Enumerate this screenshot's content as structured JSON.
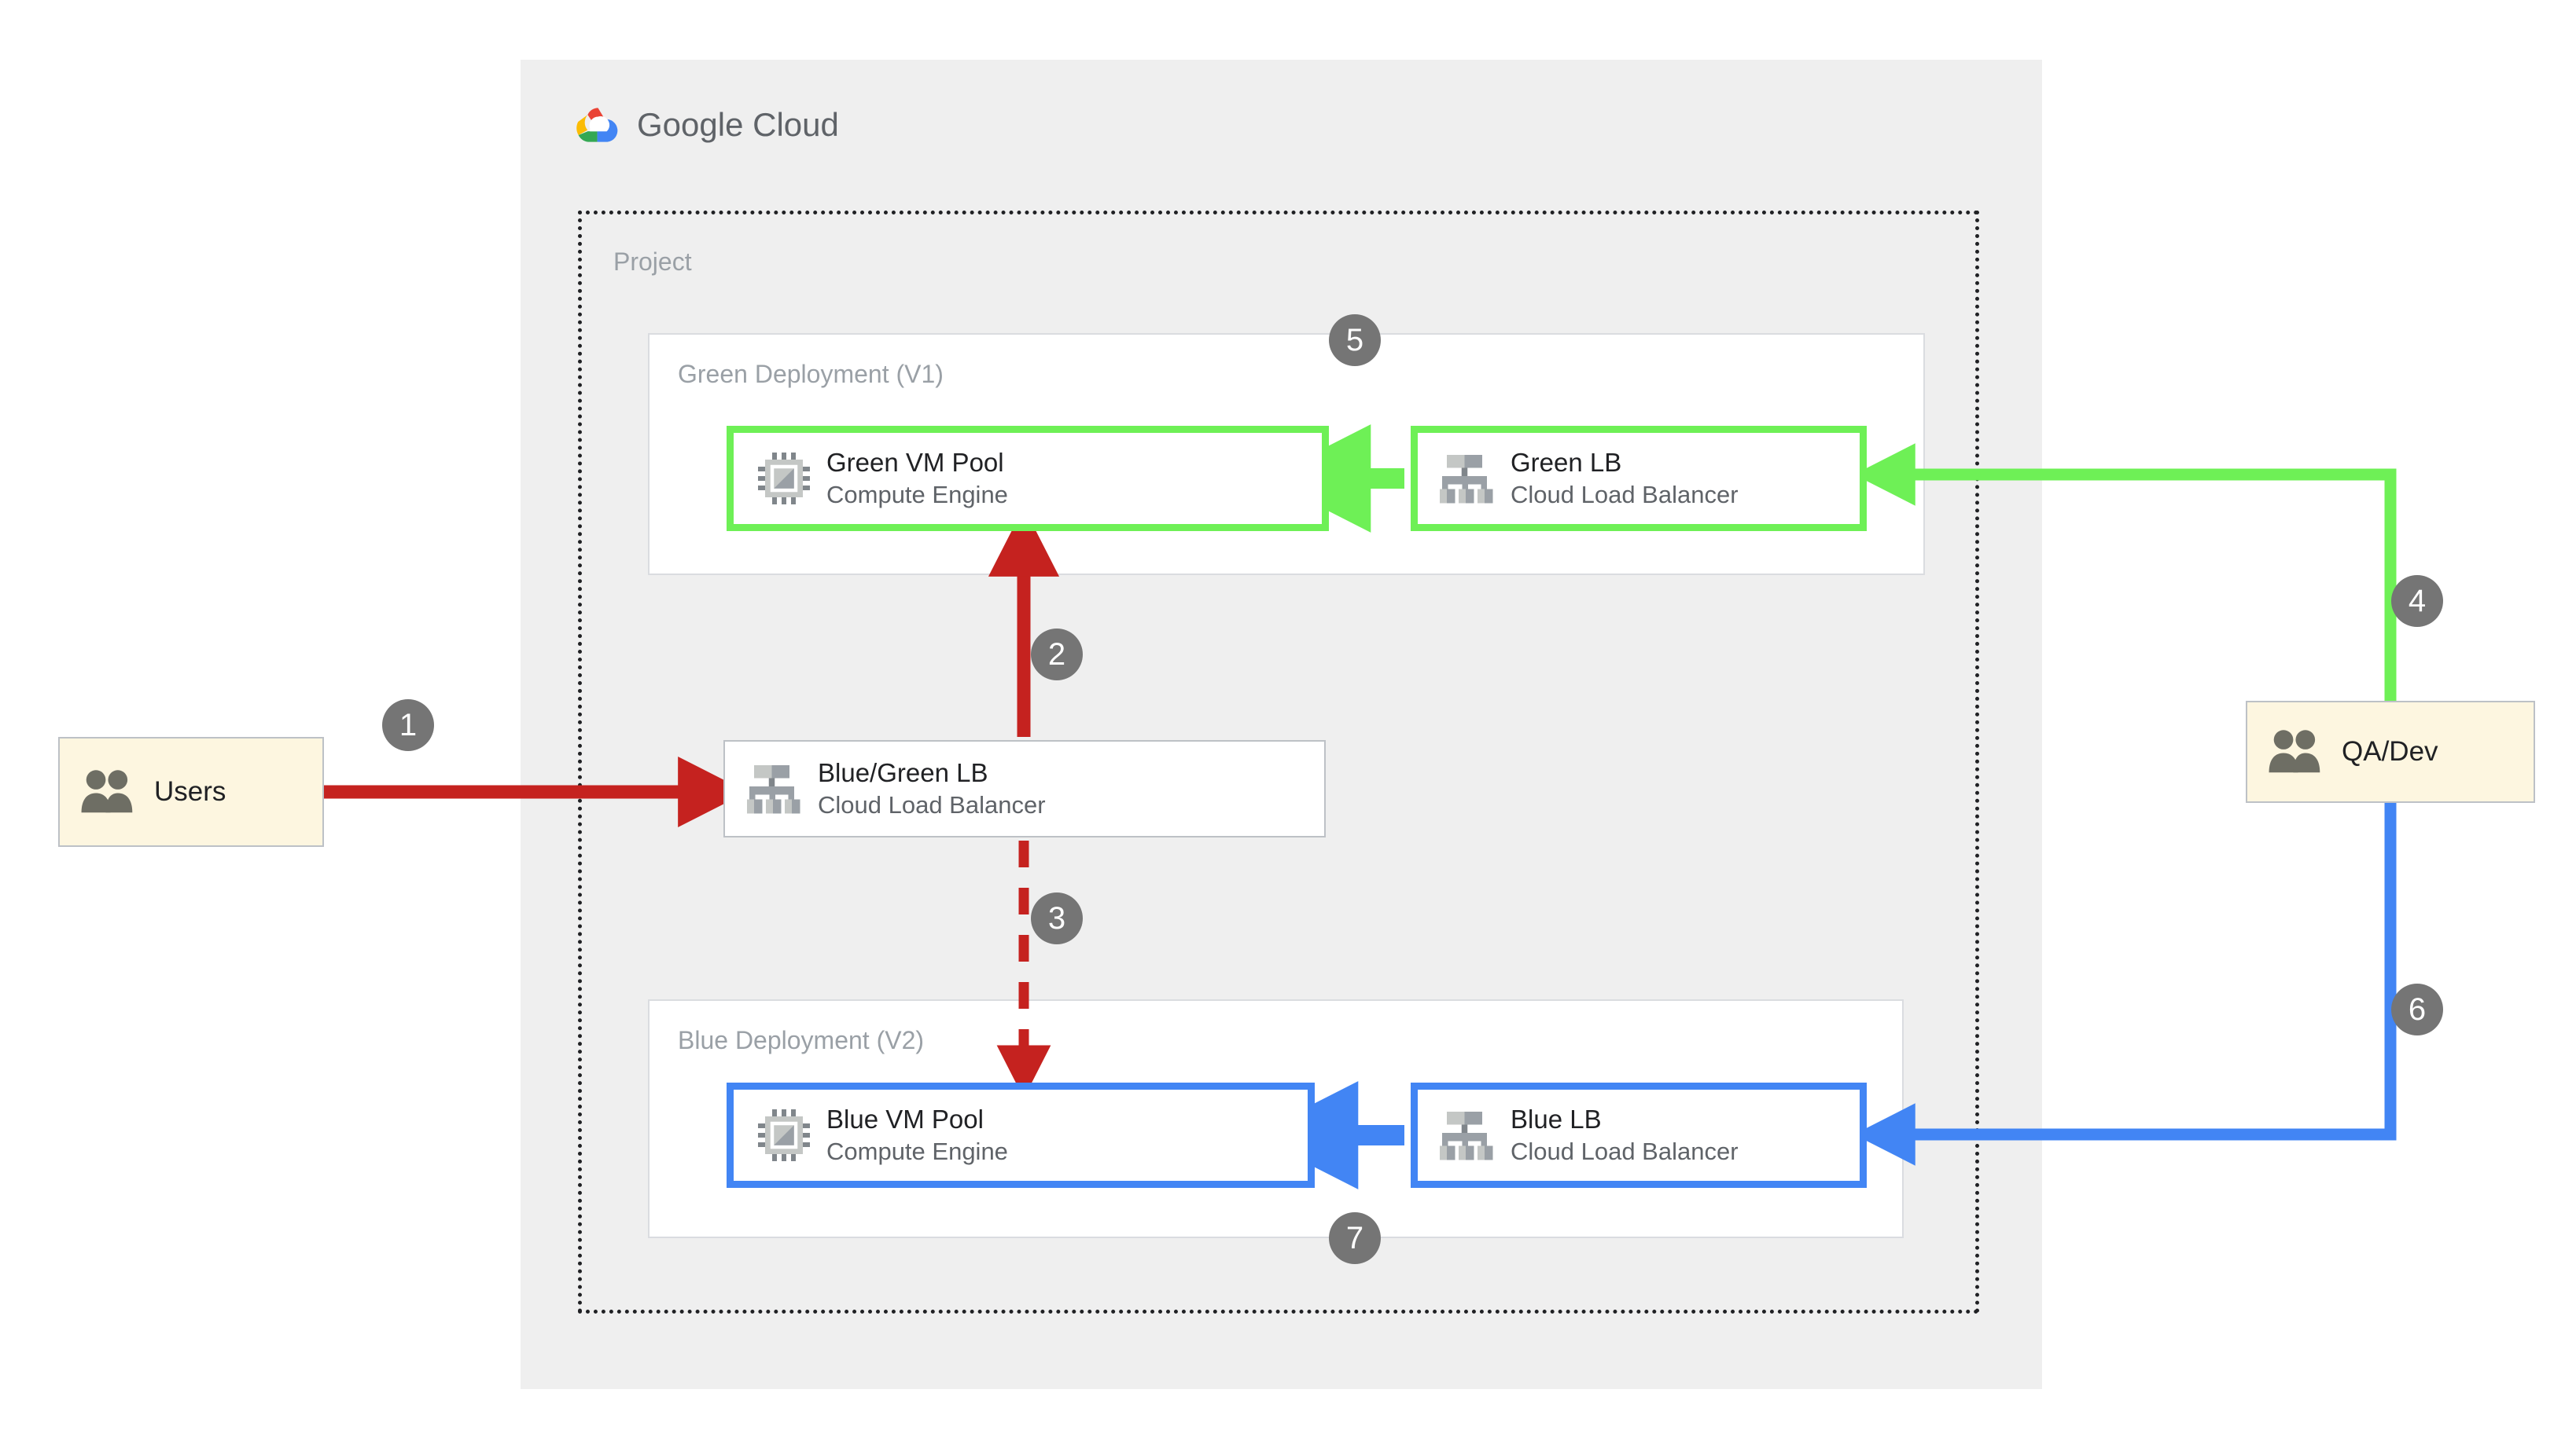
{
  "platform": {
    "logo_word_1": "Google",
    "logo_word_2": "Cloud",
    "logo_icon": "google-cloud-logo"
  },
  "project": {
    "label": "Project"
  },
  "deployments": [
    {
      "id": "green",
      "label": "Green Deployment (V1)",
      "accent": "#6EF056",
      "cards": [
        {
          "id": "green-vm-pool",
          "title": "Green VM Pool",
          "subtitle": "Compute Engine",
          "icon": "compute-engine-chip-icon"
        },
        {
          "id": "green-lb",
          "title": "Green LB",
          "subtitle": "Cloud Load Balancer",
          "icon": "cloud-load-balancer-icon"
        }
      ]
    },
    {
      "id": "blue",
      "label": "Blue Deployment (V2)",
      "accent": "#4285F4",
      "cards": [
        {
          "id": "blue-vm-pool",
          "title": "Blue VM Pool",
          "subtitle": "Compute Engine",
          "icon": "compute-engine-chip-icon"
        },
        {
          "id": "blue-lb",
          "title": "Blue LB",
          "subtitle": "Cloud Load Balancer",
          "icon": "cloud-load-balancer-icon"
        }
      ]
    }
  ],
  "router": {
    "id": "blue-green-lb",
    "title": "Blue/Green LB",
    "subtitle": "Cloud Load Balancer",
    "icon": "cloud-load-balancer-icon"
  },
  "actors": [
    {
      "id": "users",
      "label": "Users",
      "icon": "people-group-icon",
      "fill": "#FDF6E0"
    },
    {
      "id": "qa-dev",
      "label": "QA/Dev",
      "icon": "people-group-icon",
      "fill": "#FDF6E0"
    }
  ],
  "steps": [
    {
      "number": "1",
      "color": "#C5221F",
      "style": "solid",
      "from": "users",
      "to": "blue-green-lb"
    },
    {
      "number": "2",
      "color": "#C5221F",
      "style": "solid",
      "from": "blue-green-lb",
      "to": "green-vm-pool"
    },
    {
      "number": "3",
      "color": "#C5221F",
      "style": "dashed",
      "from": "blue-green-lb",
      "to": "blue-vm-pool"
    },
    {
      "number": "4",
      "color": "#6EF056",
      "style": "solid",
      "from": "qa-dev",
      "to": "green-lb"
    },
    {
      "number": "5",
      "color": "#6EF056",
      "style": "solid",
      "from": "green-lb",
      "to": "green-vm-pool"
    },
    {
      "number": "6",
      "color": "#4285F4",
      "style": "solid",
      "from": "qa-dev",
      "to": "blue-lb"
    },
    {
      "number": "7",
      "color": "#4285F4",
      "style": "solid",
      "from": "blue-lb",
      "to": "blue-vm-pool"
    }
  ],
  "colors": {
    "canvas": "#FFFFFF",
    "platform_bg": "#EFEFEF",
    "panel_bg": "#FFFFFF",
    "panel_border": "#DADCE0",
    "project_border": "#202124",
    "muted_text": "#9AA0A6",
    "body_text": "#202124",
    "sub_text": "#5F6368",
    "badge_bg": "#757575",
    "red": "#C5221F",
    "green": "#6EF056",
    "blue": "#4285F4",
    "actor_fill": "#FDF6E0"
  }
}
